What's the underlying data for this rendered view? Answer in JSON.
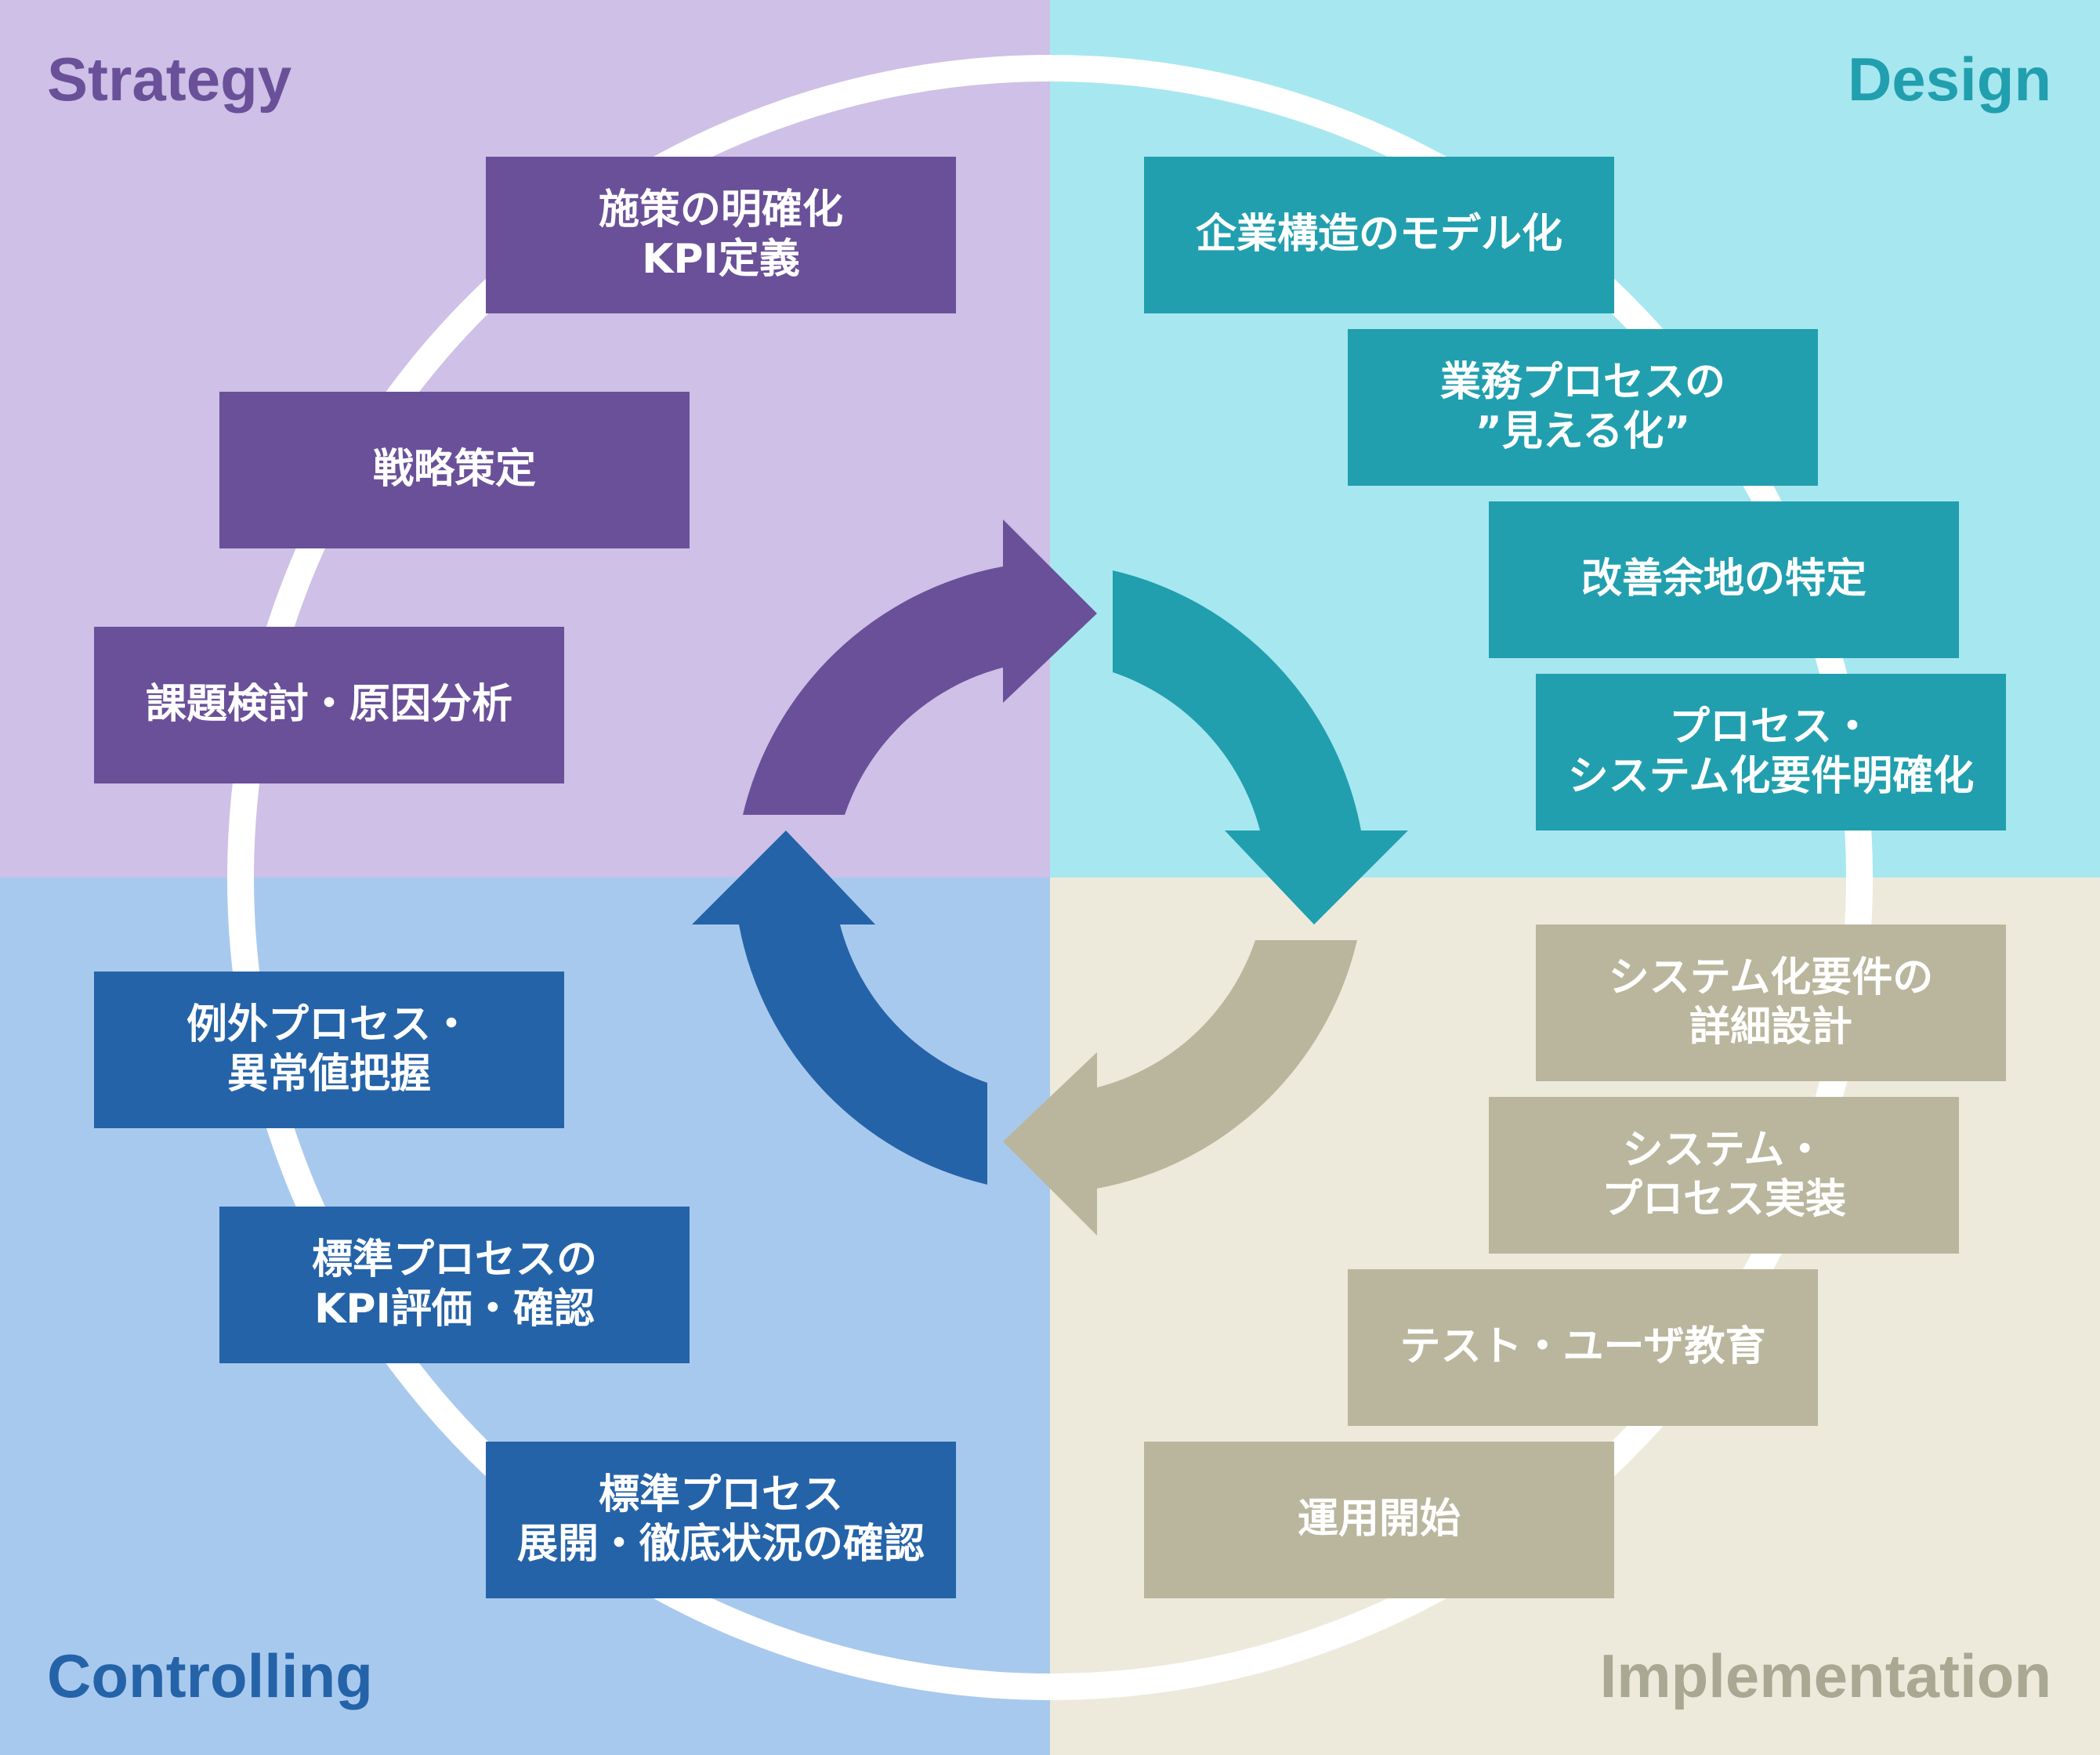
{
  "colors": {
    "strategy_bg": "#cec0e6",
    "design_bg": "#a7e7f0",
    "controlling_bg": "#a8c9ee",
    "implementation_bg": "#edeadc",
    "strategy": "#6a5099",
    "design": "#219fae",
    "controlling": "#2563a8",
    "implementation": "#b9b69d",
    "implementation_title": "#a9a893",
    "ring": "#ffffff"
  },
  "quadrants": {
    "strategy": {
      "title": "Strategy",
      "steps": [
        {
          "line1": "施策の明確化",
          "line2": "KPI定義"
        },
        {
          "line1": "戦略策定",
          "line2": ""
        },
        {
          "line1": "課題検討・原因分析",
          "line2": ""
        }
      ]
    },
    "design": {
      "title": "Design",
      "steps": [
        {
          "line1": "企業構造のモデル化",
          "line2": ""
        },
        {
          "line1": "業務プロセスの",
          "line2": "”見える化”"
        },
        {
          "line1": "改善余地の特定",
          "line2": ""
        },
        {
          "line1": "プロセス・",
          "line2": "システム化要件明確化"
        }
      ]
    },
    "implementation": {
      "title": "Implementation",
      "steps": [
        {
          "line1": "システム化要件の",
          "line2": "詳細設計"
        },
        {
          "line1": "システム・",
          "line2": "プロセス実装"
        },
        {
          "line1": "テスト・ユーザ教育",
          "line2": ""
        },
        {
          "line1": "運用開始",
          "line2": ""
        }
      ]
    },
    "controlling": {
      "title": "Controlling",
      "steps": [
        {
          "line1": "例外プロセス・",
          "line2": "異常値把握"
        },
        {
          "line1": "標準プロセスの",
          "line2": "KPI評価・確認"
        },
        {
          "line1": "標準プロセス",
          "line2": "展開・徹底状況の確認"
        }
      ]
    }
  }
}
